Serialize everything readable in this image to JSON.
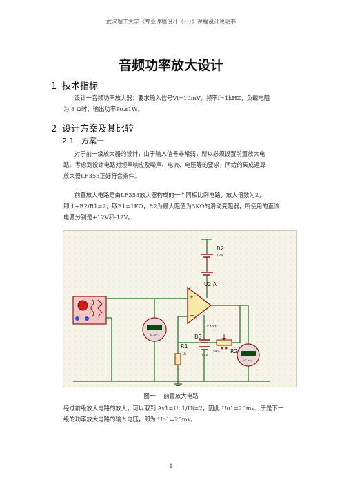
{
  "header": "武汉理工大学《专业课程设计（一）》课程设计说明书",
  "title": "音频功率放大设计",
  "section1": {
    "num": "1",
    "title": "技术指标",
    "lines": [
      "设计一音频功率放大器：要求输入信号Vi=10mV，频率f=1kHZ，负载电阻",
      "为 8  Ω时，输出功率Po≥1W。"
    ]
  },
  "section2": {
    "num": "2",
    "title": "设计方案及其比较",
    "sub": {
      "num": "2.1",
      "title": "方案一"
    },
    "para1": [
      "对于前一级放大器的设计，由于输入信号非常弱，所以必须设置前置放大电",
      "路。考虑到设计电路对频率响应及噪声、电流、电压等的要求，所给的集成运算",
      "放大器LF353正好符合条件。"
    ],
    "para2": [
      "前置放大电路是由LF353放大器构成的一个同相比例电路，放大倍数为2，",
      "即 1+R2/R1=2，取R1=1KΩ，R2为最大阻值为3KΩ的滑动变阻器，所使用的直流",
      "电源分别是+12V和-12V。"
    ]
  },
  "figure": {
    "labels": {
      "b2": "B2",
      "b2v": "12V",
      "u2a": "U2:A",
      "lf353": "LF353",
      "r1": "R1",
      "r1v": "1k",
      "r2": "R2",
      "b3": "B3",
      "b3v": "12V",
      "pct": "34%"
    },
    "caption_label": "图一",
    "caption_text": "前置放大电路"
  },
  "para3": [
    "经过前级放大电路的放大，可以取到 Av1=Uo1/Ui=2，因此 Uo1=20mv，于是下一",
    "级的功率放大电路的输入电压，即为 Uo1=20mv。"
  ],
  "page_number": "1"
}
